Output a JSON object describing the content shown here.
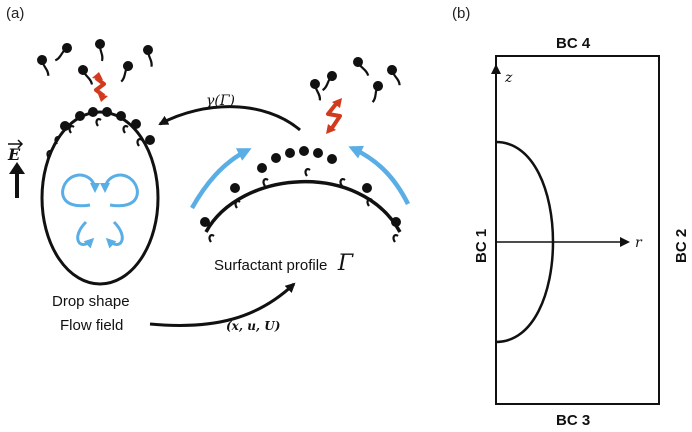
{
  "panel_a": {
    "label": "(a)",
    "field_vector": "E",
    "arrow_top_label": "γ(Γ)",
    "surfactant_label": "Surfactant profile",
    "surfactant_symbol": "Γ",
    "drop_shape_label": "Drop shape",
    "flow_field_label": "Flow field",
    "arrow_bottom_label": "(x, u, U)",
    "colors": {
      "flow": "#5aaee6",
      "exchange": "#d23a1e",
      "ink": "#111111"
    }
  },
  "panel_b": {
    "label": "(b)",
    "axis_z": "z",
    "axis_r": "r",
    "bc_top": "BC 4",
    "bc_left": "BC 1",
    "bc_right": "BC 2",
    "bc_bottom": "BC 3"
  }
}
